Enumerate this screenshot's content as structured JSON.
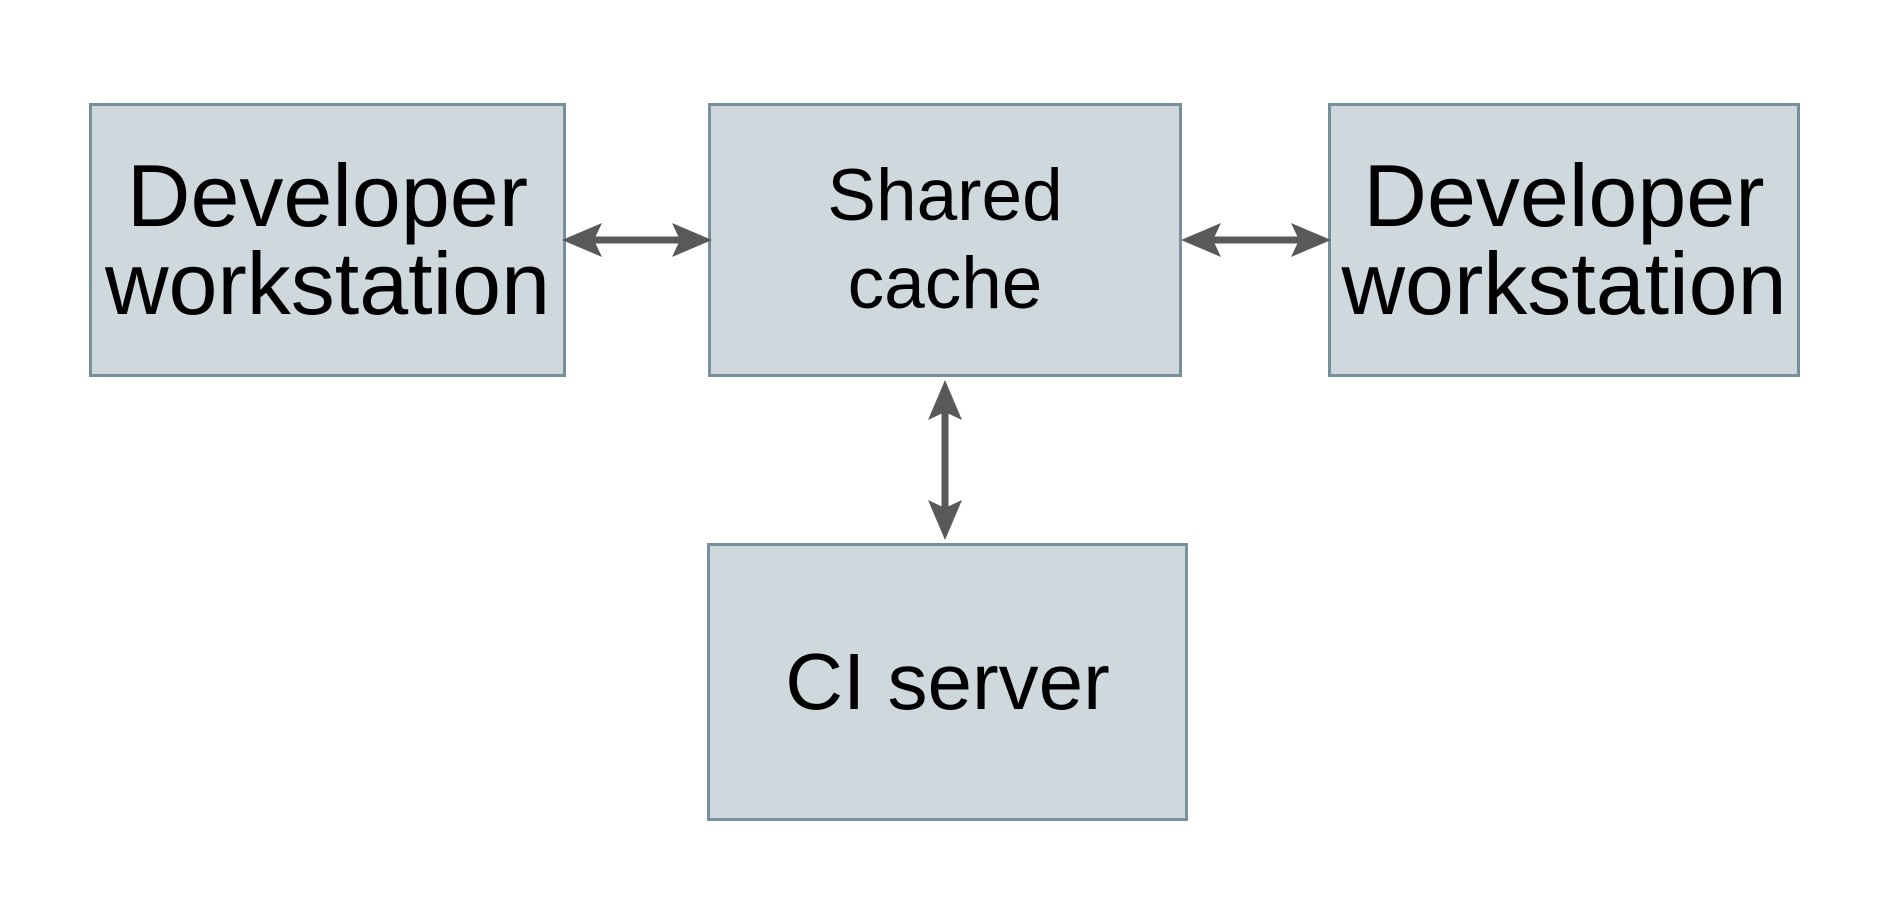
{
  "diagram": {
    "type": "architecture-diagram",
    "background": "#ffffff",
    "colors": {
      "node_fill": "#cfd8dc",
      "node_border": "#78909c",
      "arrow": "#595959",
      "text": "#000000"
    },
    "nodes": [
      {
        "id": "developer-workstation-left",
        "label": "Developer\nworkstation"
      },
      {
        "id": "shared-cache",
        "label": "Shared\ncache"
      },
      {
        "id": "developer-workstation-right",
        "label": "Developer\nworkstation"
      },
      {
        "id": "ci-server",
        "label": "CI server"
      }
    ],
    "edges": [
      {
        "from": "developer-workstation-left",
        "to": "shared-cache",
        "direction": "bidirectional"
      },
      {
        "from": "shared-cache",
        "to": "developer-workstation-right",
        "direction": "bidirectional"
      },
      {
        "from": "shared-cache",
        "to": "ci-server",
        "direction": "bidirectional"
      }
    ]
  }
}
